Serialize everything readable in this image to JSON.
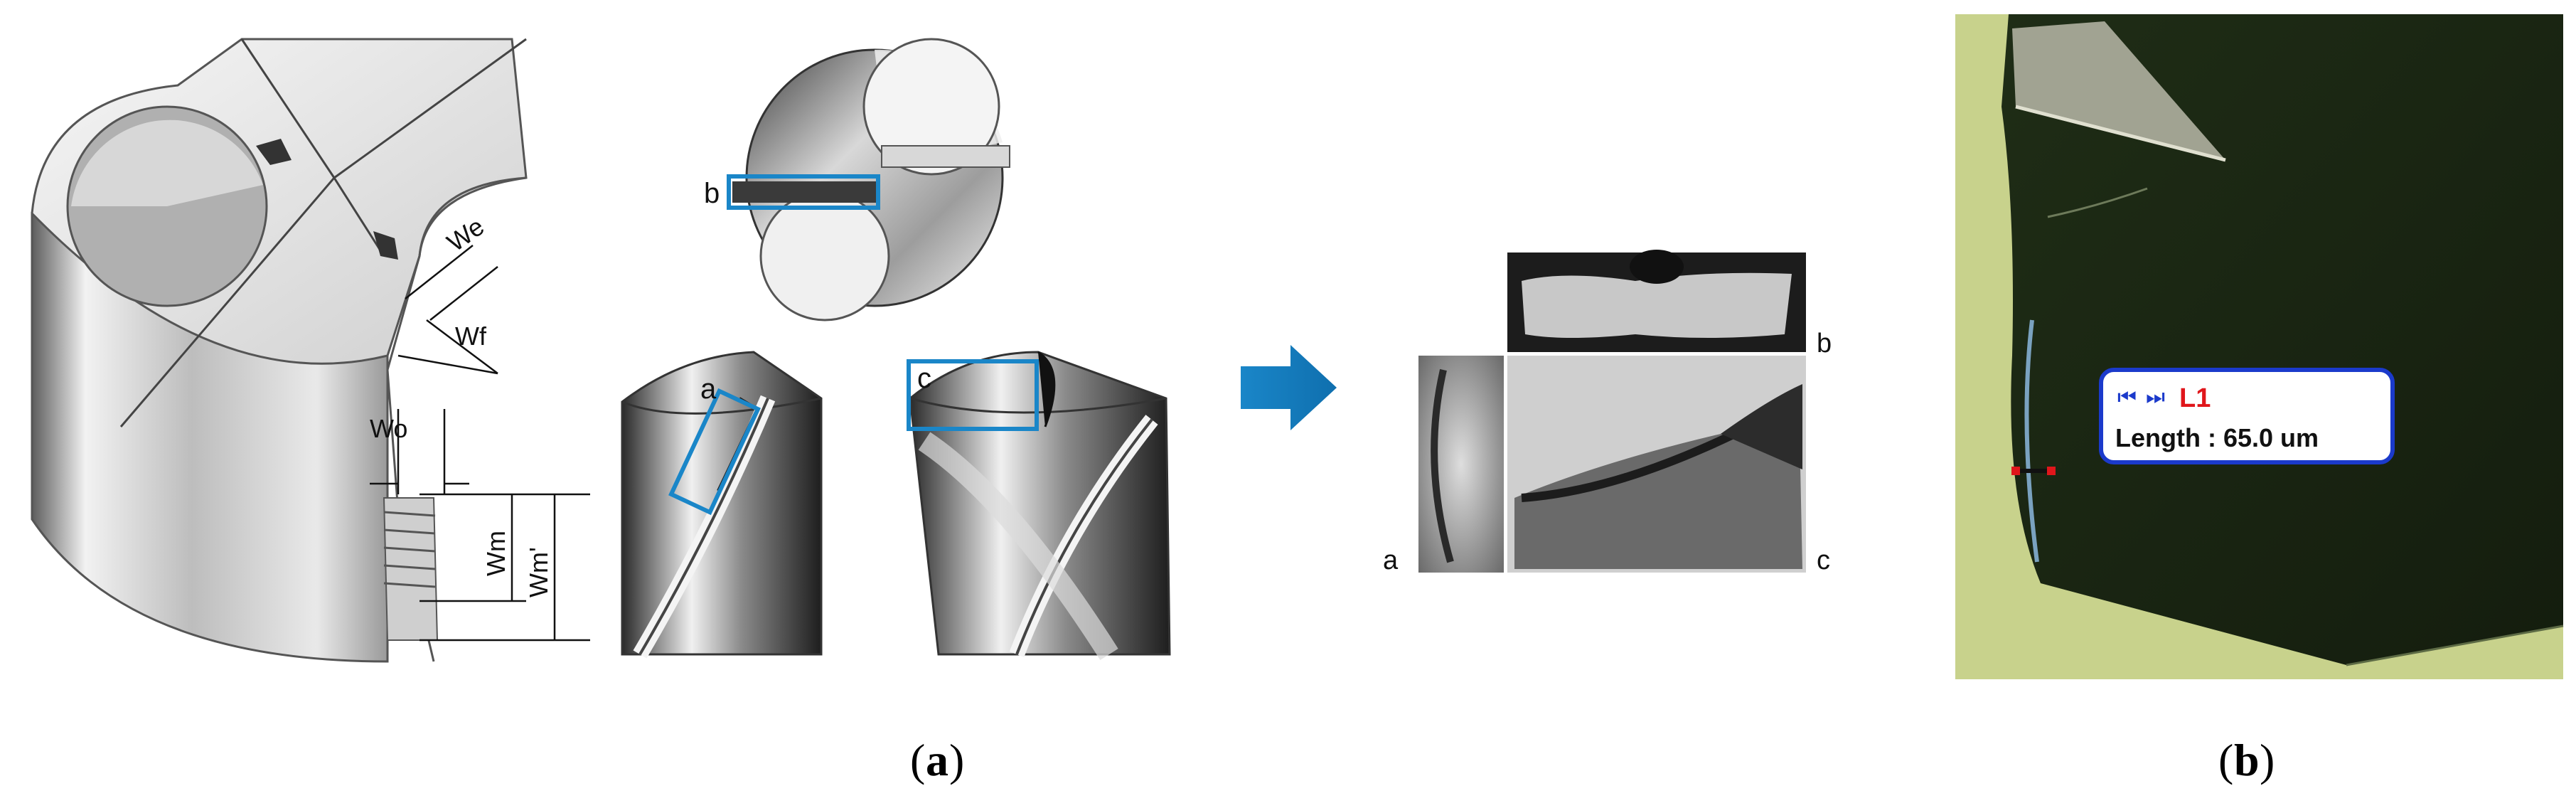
{
  "panel_a": {
    "caption_open": "(",
    "caption_letter": "a",
    "caption_close": ")",
    "wear_labels": {
      "we": "We",
      "wf": "Wf",
      "wo": "Wo",
      "wm": "Wm",
      "wm_prime": "Wm'"
    },
    "region_labels": {
      "a": "a",
      "b": "b",
      "c": "c"
    },
    "micro_labels": {
      "a": "a",
      "b": "b",
      "c": "c"
    },
    "colors": {
      "accent": "#1a86c8"
    }
  },
  "panel_b": {
    "caption_open": "(",
    "caption_letter": "b",
    "caption_close": ")",
    "measurement": {
      "id": "L1",
      "text": "Length : 65.0 um",
      "nav_prev": "⏮",
      "nav_next": "⏭"
    },
    "colors": {
      "background": "#c8d28c",
      "tool": "#1a2714",
      "box_border": "#1b3acb",
      "id_text": "#e0161b"
    }
  }
}
